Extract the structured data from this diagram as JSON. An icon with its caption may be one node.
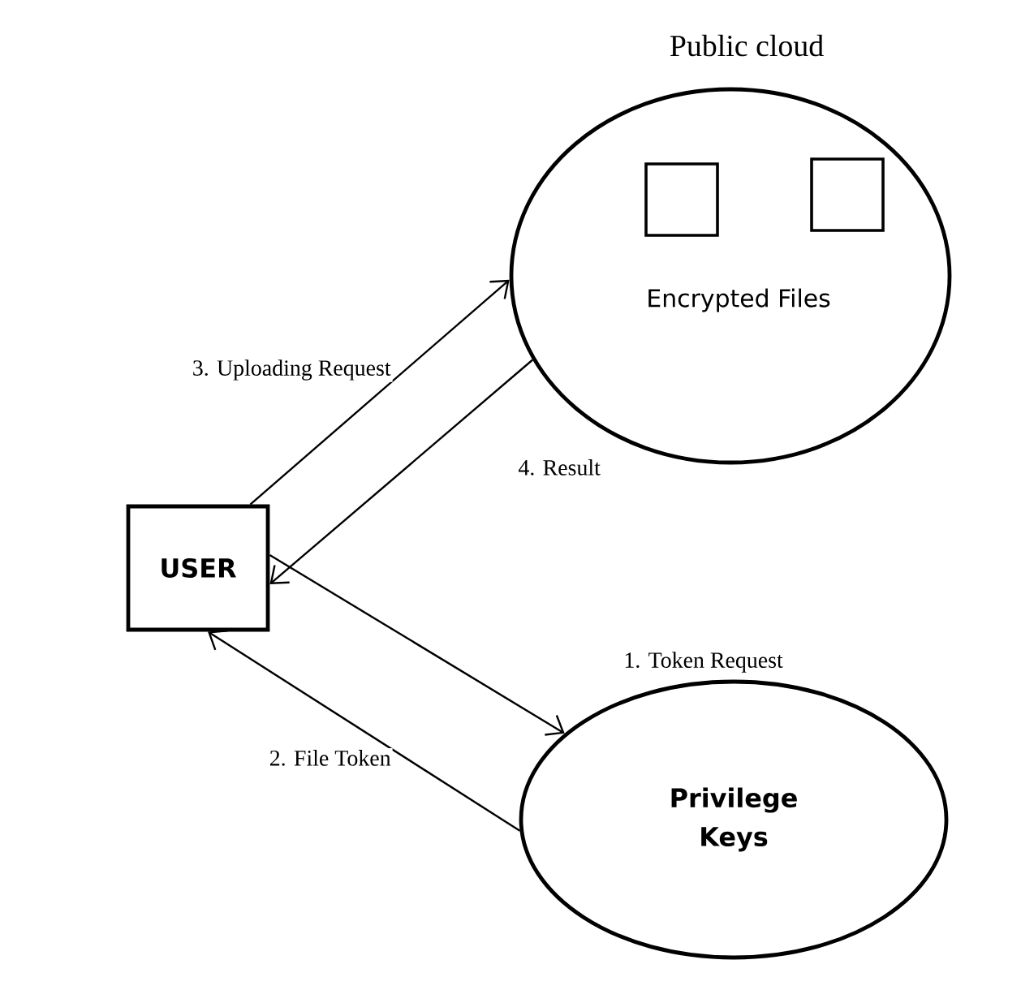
{
  "diagram": {
    "nodes": [
      {
        "text": [
          "Public cloud",
          "Encrypted Files"
        ]
      },
      {
        "text": [],
        "shape": "box",
        "in": 0
      },
      {
        "text": [],
        "shape": "box",
        "in": 0
      },
      {
        "text": [
          "USER"
        ]
      },
      {
        "text": [
          "Privilege Keys"
        ]
      }
    ],
    "edges": [
      {
        "from": 3,
        "to": 0,
        "arrow": "to",
        "label": "3. Uploading Request"
      },
      {
        "from": 0,
        "to": 3,
        "arrow": "to",
        "label": "4. Result"
      },
      {
        "from": 3,
        "to": 4,
        "arrow": "to",
        "label": "1. Token Request"
      },
      {
        "from": 4,
        "to": 3,
        "arrow": "to",
        "label": "2. File Token"
      }
    ]
  }
}
